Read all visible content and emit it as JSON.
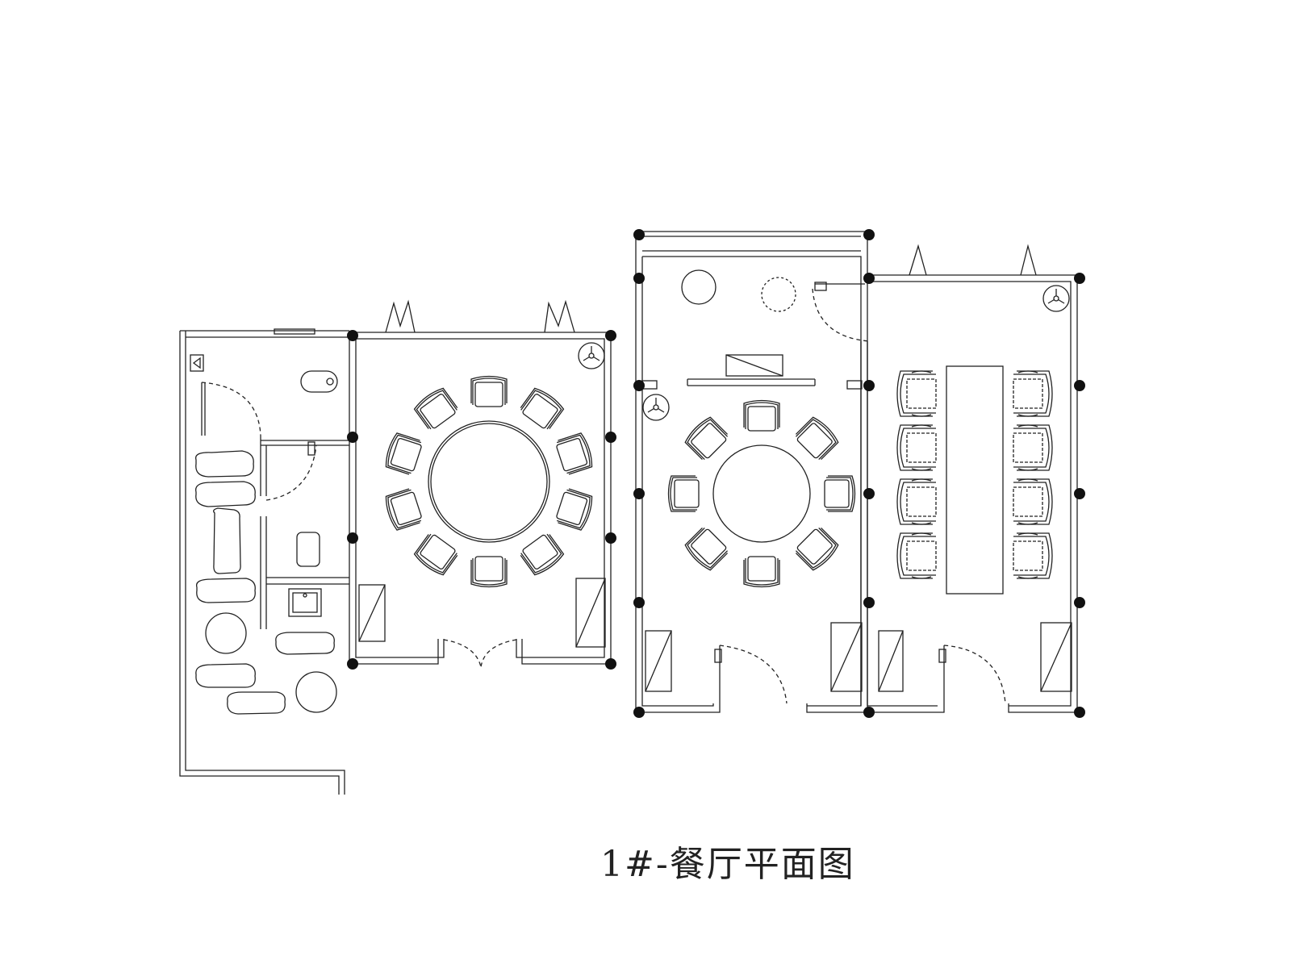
{
  "drawing": {
    "title": "1#-餐厅平面图",
    "line_color": "#222222",
    "background": "#ffffff"
  },
  "rooms": {
    "left_service_area": {
      "round_stools": 2,
      "sofa_cushions": 7,
      "fixtures": [
        "toilet",
        "wash-basin",
        "floor-drain",
        "mop-sink"
      ]
    },
    "private_dining_room_a": {
      "table_shape": "round",
      "seats": 10
    },
    "private_dining_room_b": {
      "table_shape": "round",
      "seats": 8,
      "round_stools": 2
    },
    "private_dining_room_c": {
      "table_shape": "rectangular",
      "seats": 8
    }
  },
  "icons": [
    "ceiling-fan-icon",
    "column-icon",
    "door-swing-icon",
    "window-icon",
    "wardrobe-icon",
    "tv-icon"
  ]
}
